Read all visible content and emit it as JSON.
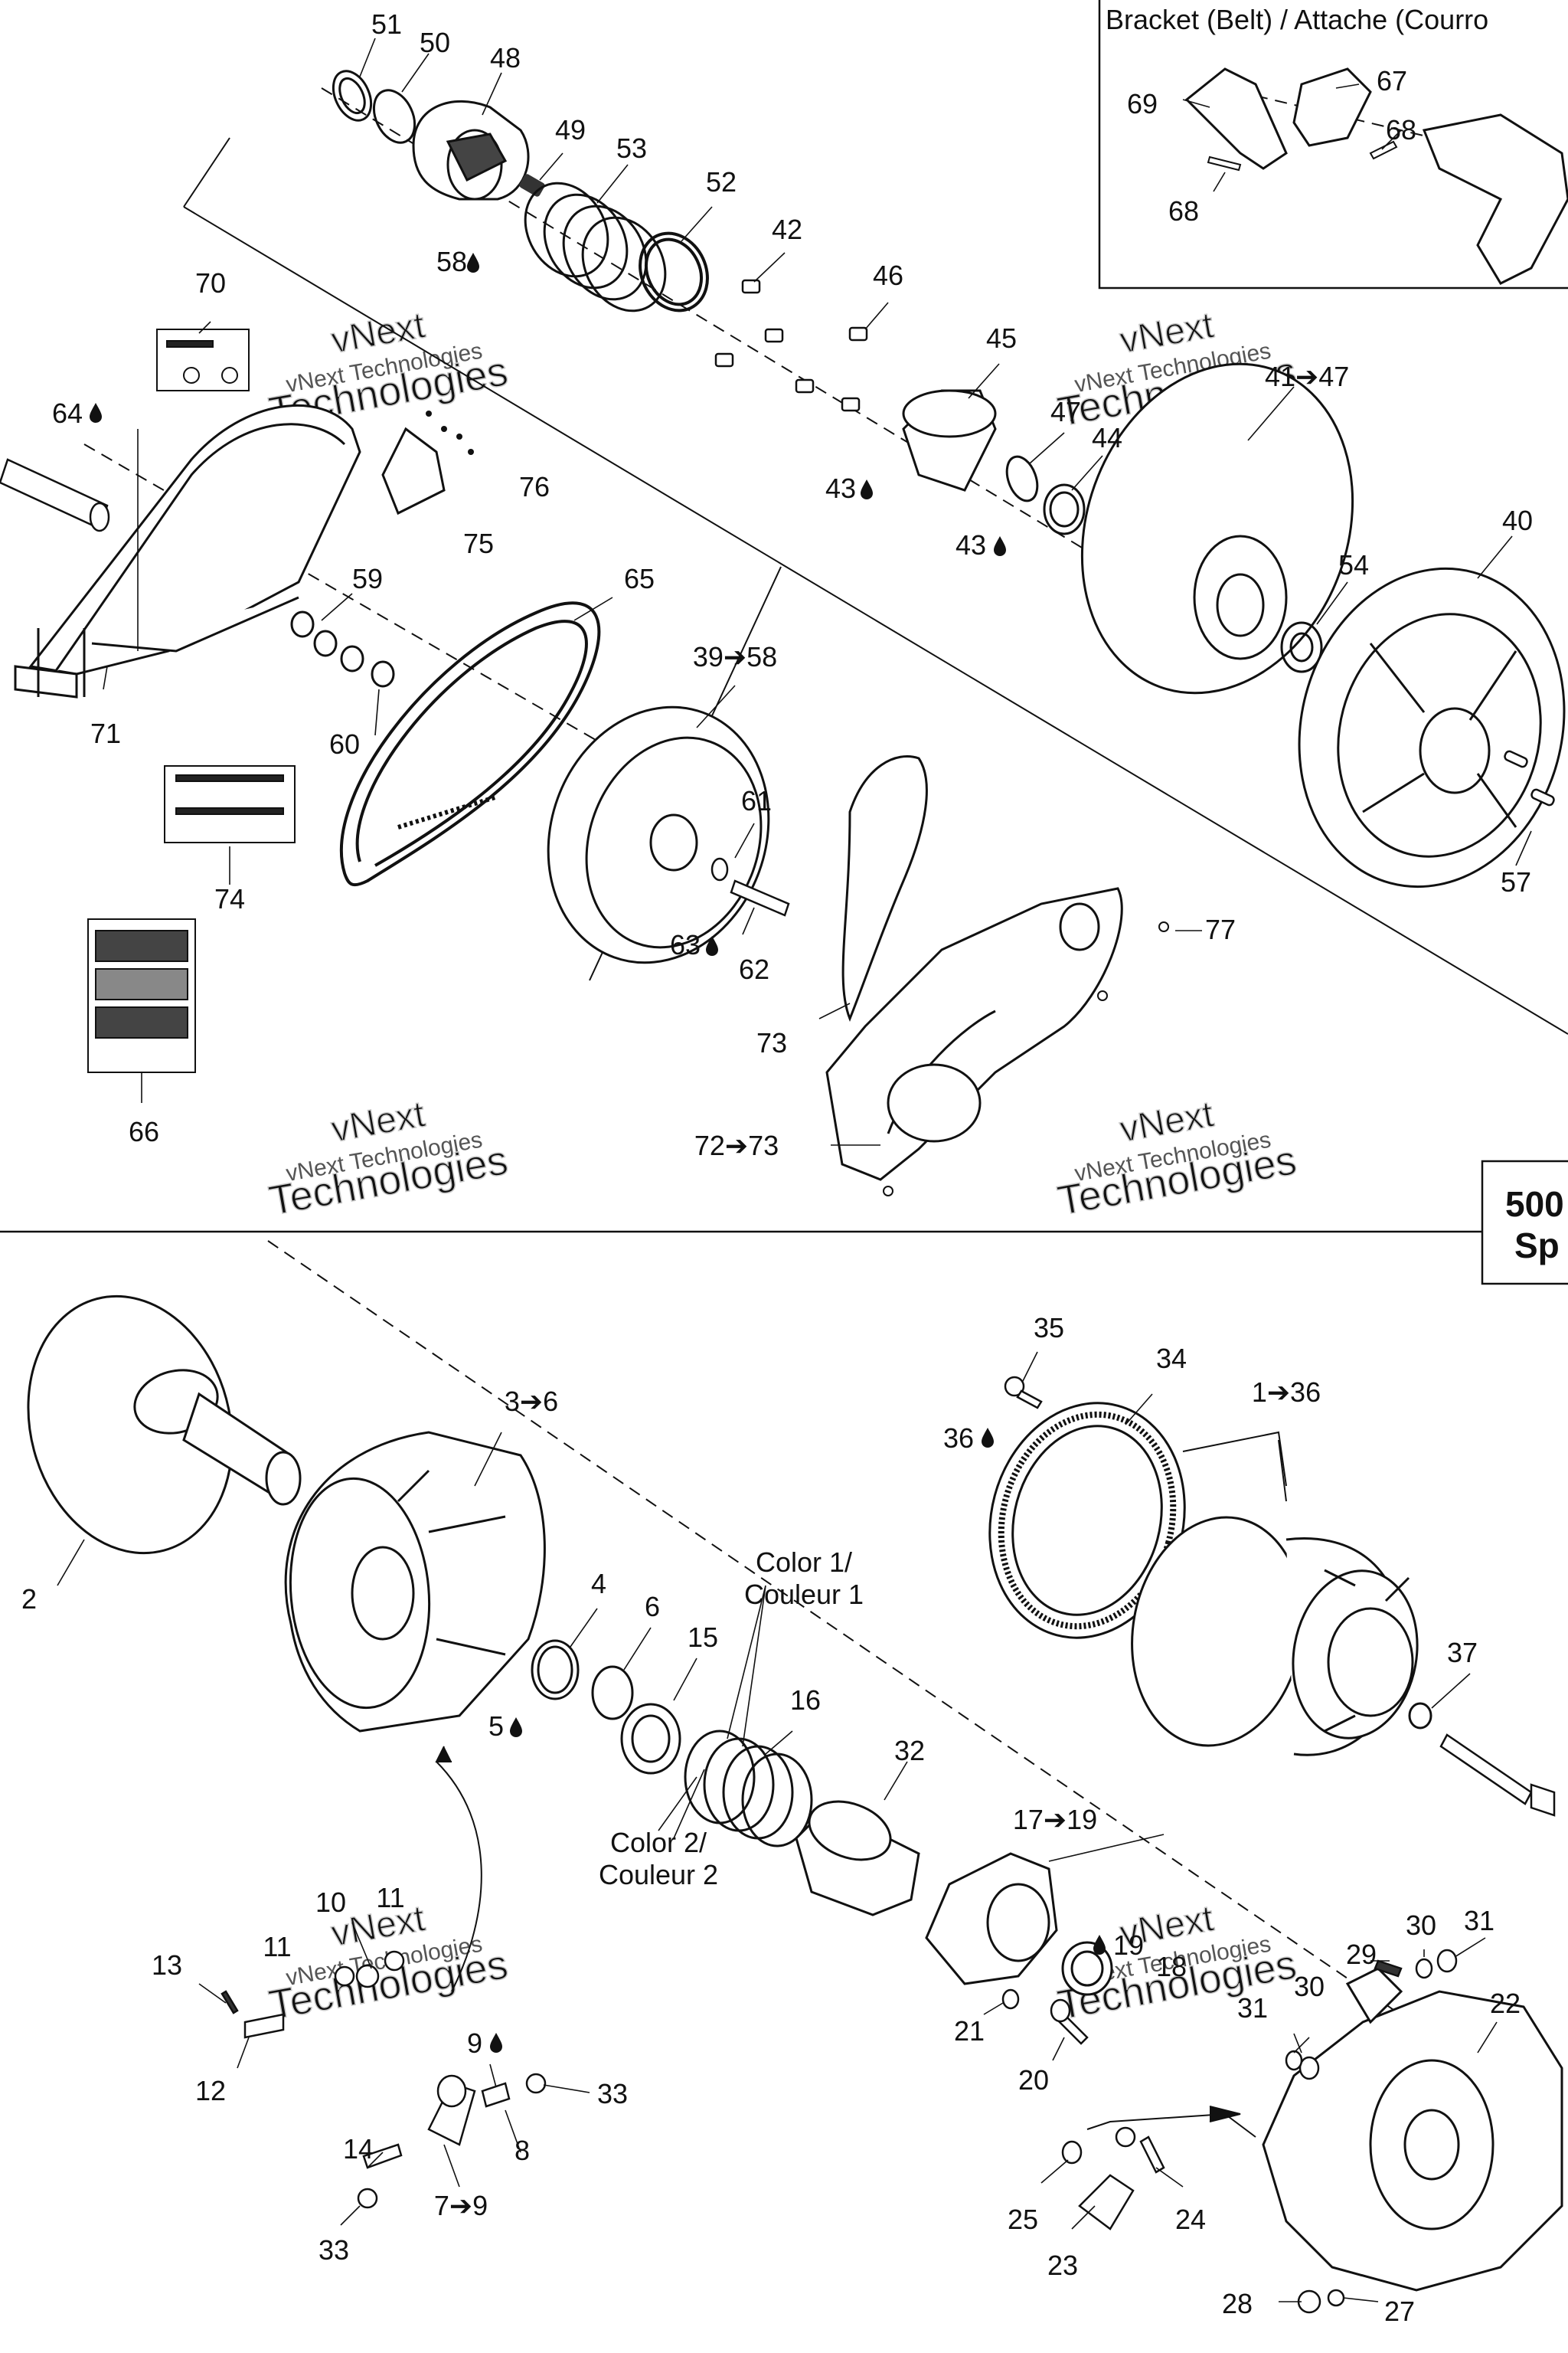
{
  "watermark": {
    "line1": "vNext",
    "line2": "vNext Technologies",
    "line3": "Technologies"
  },
  "bracket_box_title": "Bracket (Belt) / Attache (Courro",
  "model_box": {
    "line1": "500",
    "line2": "Sp"
  },
  "colour_notes": {
    "color1_line1": "Color 1/",
    "color1_line2": "Couleur 1",
    "color2_line1": "Color 2/",
    "color2_line2": "Couleur 2"
  },
  "callouts": {
    "c51": "51",
    "c50": "50",
    "c48": "48",
    "c49": "49",
    "c53": "53",
    "c52": "52",
    "c42": "42",
    "c46": "46",
    "c45": "45",
    "c58": "58",
    "c70": "70",
    "c64": "64",
    "c76": "76",
    "c75": "75",
    "c47": "47",
    "c44": "44",
    "c43a": "43",
    "c43b": "43",
    "c41_47": "41➔47",
    "c40": "40",
    "c54": "54",
    "c59": "59",
    "c65": "65",
    "c39_58": "39➔58",
    "c60": "60",
    "c71": "71",
    "c74": "74",
    "c61": "61",
    "c63": "63",
    "c62": "62",
    "c57": "57",
    "c77": "77",
    "c73": "73",
    "c72_73": "72➔73",
    "c66": "66",
    "c69": "69",
    "c67": "67",
    "c68a": "68",
    "c68b": "68",
    "c35": "35",
    "c34": "34",
    "c1_36": "1➔36",
    "c36": "36",
    "c3_6": "3➔6",
    "c2": "2",
    "c4": "4",
    "c6": "6",
    "c15": "15",
    "c16": "16",
    "c5": "5",
    "c37": "37",
    "c32": "32",
    "c17_19": "17➔19",
    "c19": "19",
    "c18": "18",
    "c10": "10",
    "c11a": "11",
    "c11b": "11",
    "c13": "13",
    "c12": "12",
    "c9": "9",
    "c33a": "33",
    "c8": "8",
    "c14": "14",
    "c7_9": "7➔9",
    "c33b": "33",
    "c21": "21",
    "c20": "20",
    "c29": "29",
    "c30a": "30",
    "c31a": "31",
    "c22": "22",
    "c31b": "31",
    "c30b": "30",
    "c25": "25",
    "c24": "24",
    "c23": "23",
    "c28": "28",
    "c27": "27"
  }
}
